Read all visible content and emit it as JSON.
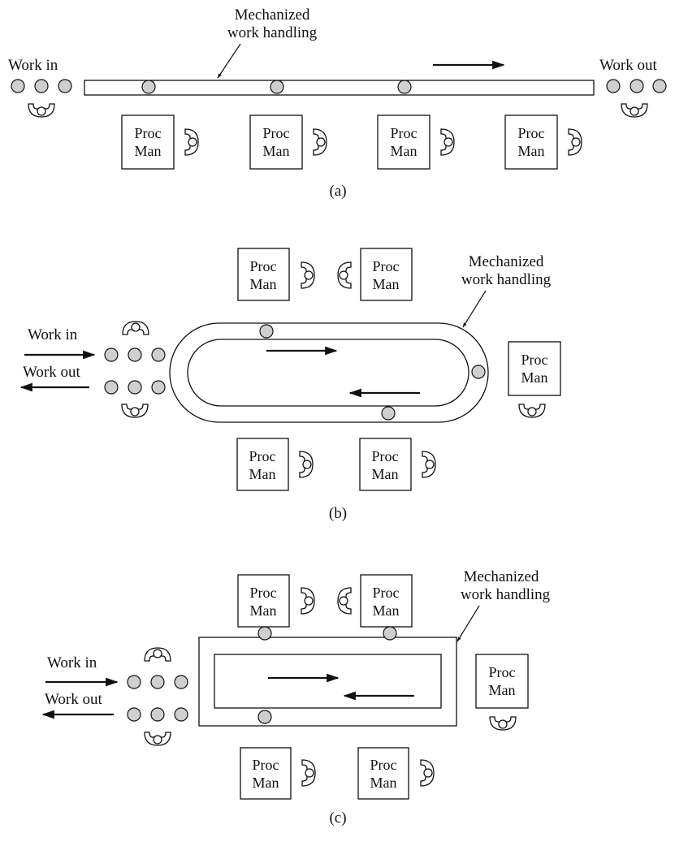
{
  "colors": {
    "line": "#111111",
    "part_fill": "#cfcfcf",
    "background": "#ffffff"
  },
  "icons": [
    "worker-icon",
    "workpart-icon",
    "flow-arrow-icon"
  ],
  "diagrams": [
    {
      "id": "a",
      "caption": "(a)",
      "conveyor_label": [
        "Mechanized",
        "work handling"
      ],
      "work_in": "Work in",
      "work_out": "Work out",
      "stations": [
        {
          "line1": "Proc",
          "line2": "Man"
        },
        {
          "line1": "Proc",
          "line2": "Man"
        },
        {
          "line1": "Proc",
          "line2": "Man"
        },
        {
          "line1": "Proc",
          "line2": "Man"
        }
      ]
    },
    {
      "id": "b",
      "caption": "(b)",
      "conveyor_label": [
        "Mechanized",
        "work handling"
      ],
      "work_in": "Work in",
      "work_out": "Work out",
      "stations": [
        {
          "line1": "Proc",
          "line2": "Man"
        },
        {
          "line1": "Proc",
          "line2": "Man"
        },
        {
          "line1": "Proc",
          "line2": "Man"
        },
        {
          "line1": "Proc",
          "line2": "Man"
        },
        {
          "line1": "Proc",
          "line2": "Man"
        }
      ]
    },
    {
      "id": "c",
      "caption": "(c)",
      "conveyor_label": [
        "Mechanized",
        "work handling"
      ],
      "work_in": "Work in",
      "work_out": "Work out",
      "stations": [
        {
          "line1": "Proc",
          "line2": "Man"
        },
        {
          "line1": "Proc",
          "line2": "Man"
        },
        {
          "line1": "Proc",
          "line2": "Man"
        },
        {
          "line1": "Proc",
          "line2": "Man"
        },
        {
          "line1": "Proc",
          "line2": "Man"
        }
      ]
    }
  ]
}
